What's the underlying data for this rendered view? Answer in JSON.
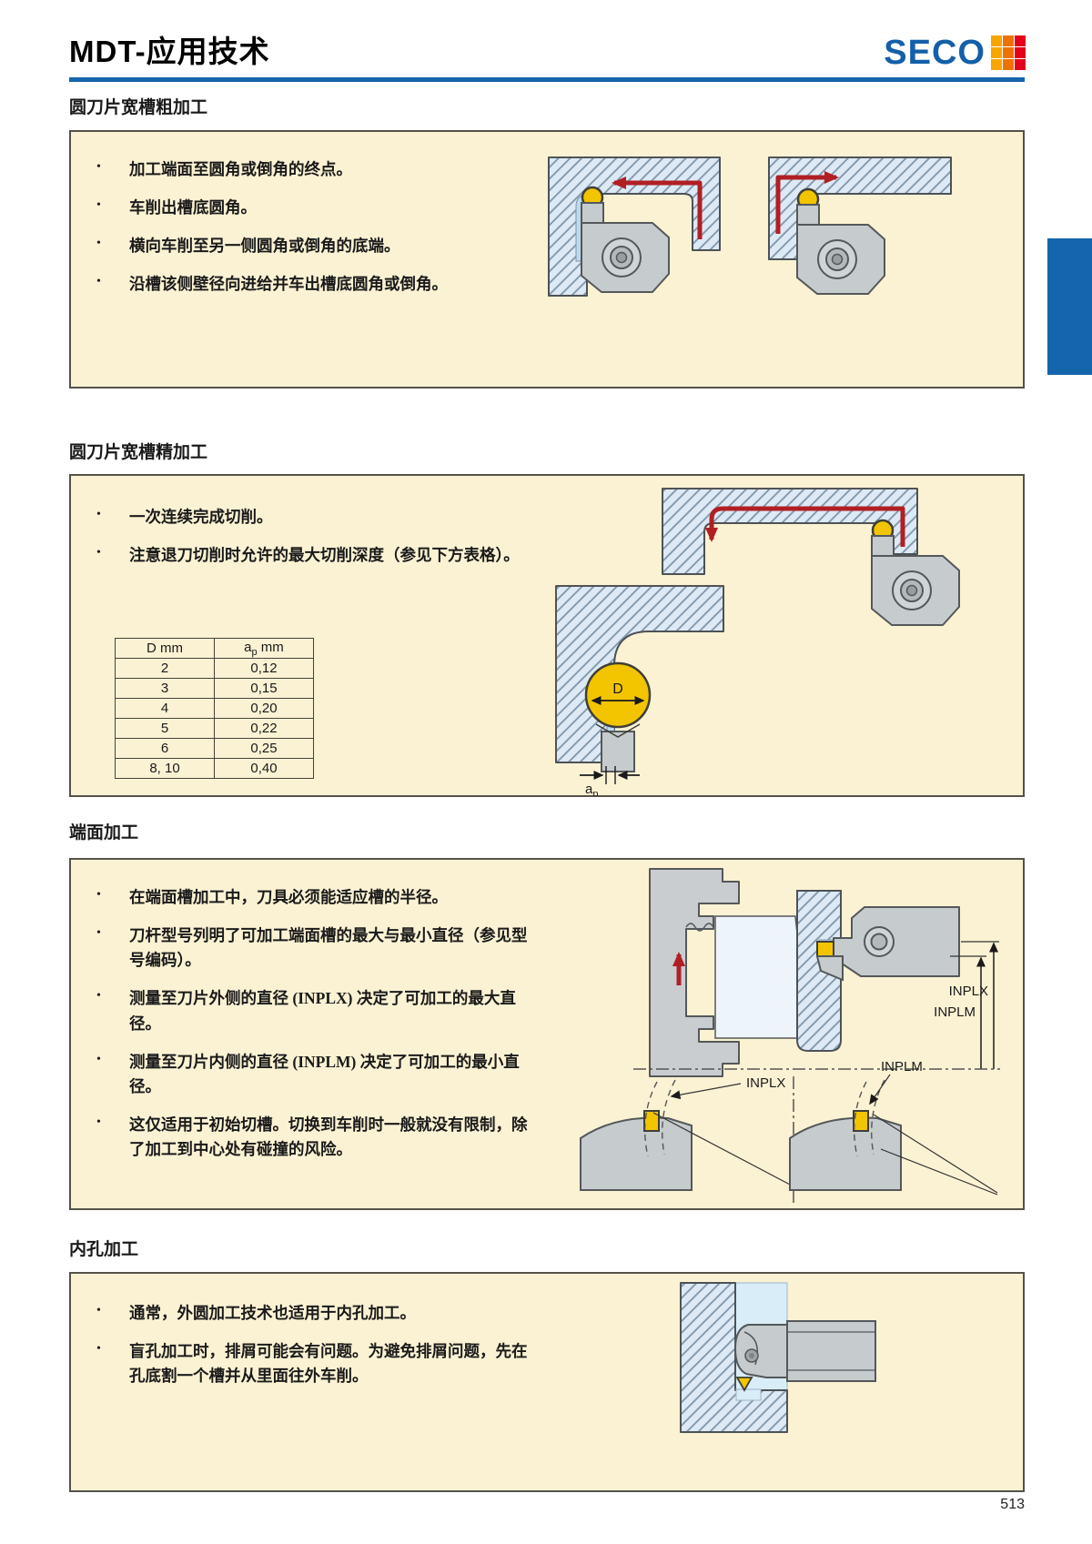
{
  "page": {
    "page_number": "513",
    "accent_blue": "#1565ad",
    "box_bg": "#fbf2d3",
    "bullet_char": "•"
  },
  "header": {
    "title": "MDT-应用技术",
    "brand": "SECO",
    "logo_colors": [
      "#f7a600",
      "#ee7203",
      "#e2001a"
    ]
  },
  "sections": [
    {
      "heading": "圆刀片宽槽粗加工",
      "bullets": [
        "加工端面至圆角或倒角的终点。",
        "车削出槽底圆角。",
        "横向车削至另一侧圆角或倒角的底端。",
        "沿槽该侧壁径向进给并车出槽底圆角或倒角。"
      ]
    },
    {
      "heading": "圆刀片宽槽精加工",
      "bullets": [
        "一次连续完成切削。",
        "注意退刀切削时允许的最大切削深度（参见下方表格）。"
      ],
      "table": {
        "col_d": "D mm",
        "col_ap_base": "a",
        "col_ap_sub": "p",
        "col_ap_unit": " mm",
        "rows": [
          [
            "2",
            "0,12"
          ],
          [
            "3",
            "0,15"
          ],
          [
            "4",
            "0,20"
          ],
          [
            "5",
            "0,22"
          ],
          [
            "6",
            "0,25"
          ],
          [
            "8, 10",
            "0,40"
          ]
        ]
      }
    },
    {
      "heading": "端面加工",
      "bullets": [
        "在端面槽加工中，刀具必须能适应槽的半径。",
        "刀杆型号列明了可加工端面槽的最大与最小直径（参见型号编码）。",
        "测量至刀片外侧的直径 (INPLX) 决定了可加工的最大直径。",
        "测量至刀片内侧的直径 (INPLM) 决定了可加工的最小直径。",
        "这仅适用于初始切槽。切换到车削时一般就没有限制，除了加工到中心处有碰撞的风险。"
      ]
    },
    {
      "heading": "内孔加工",
      "bullets": [
        "通常，外圆加工技术也适用于内孔加工。",
        "盲孔加工时，排屑可能会有问题。为避免排屑问题，先在孔底割一个槽并从里面往外车削。"
      ]
    }
  ],
  "diagram_labels": {
    "d": "D",
    "ap_base": "a",
    "ap_sub": "p",
    "inplx": "INPLX",
    "inplm": "INPLM"
  }
}
